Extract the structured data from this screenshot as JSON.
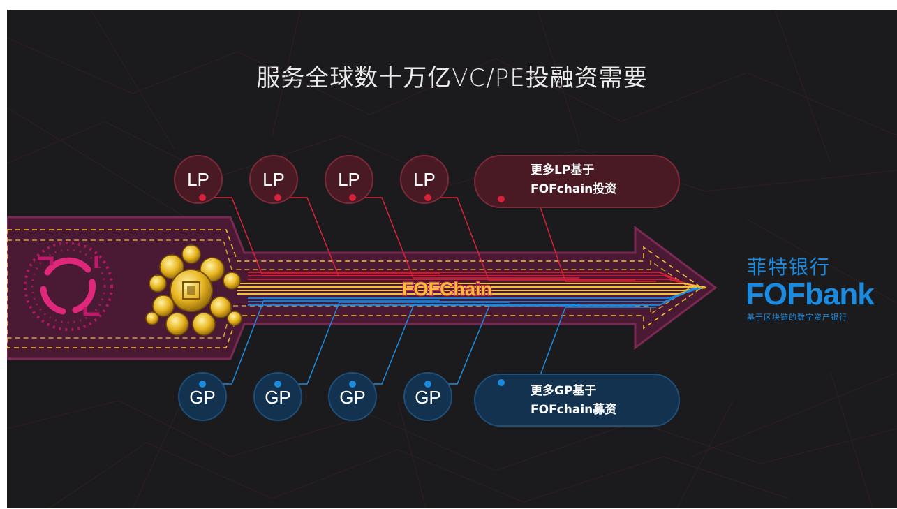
{
  "title": "服务全球数十万亿VC/PE投融资需要",
  "flow_label": "FOFChain",
  "lp_nodes": [
    "LP",
    "LP",
    "LP",
    "LP"
  ],
  "lp_more": [
    "更多LP基于",
    "FOFchain投资"
  ],
  "gp_nodes": [
    "GP",
    "GP",
    "GP",
    "GP"
  ],
  "gp_more": [
    "更多GP基于",
    "FOFchain募资"
  ],
  "brand": {
    "name_cn": "菲特银行",
    "logo_text": "FOFbank",
    "tagline": "基于区块链的数字资产银行"
  },
  "colors": {
    "background": "#1b1b1d",
    "lp_accent": "#d8213a",
    "gp_accent": "#1a8be0",
    "arrow_fill": "#4a1a34",
    "gold": "#f2c230",
    "magenta": "#c2186b"
  },
  "icons": [
    "fofchain-ring-logo-icon",
    "gold-coin-cluster-icon",
    "fofbank-logo"
  ]
}
